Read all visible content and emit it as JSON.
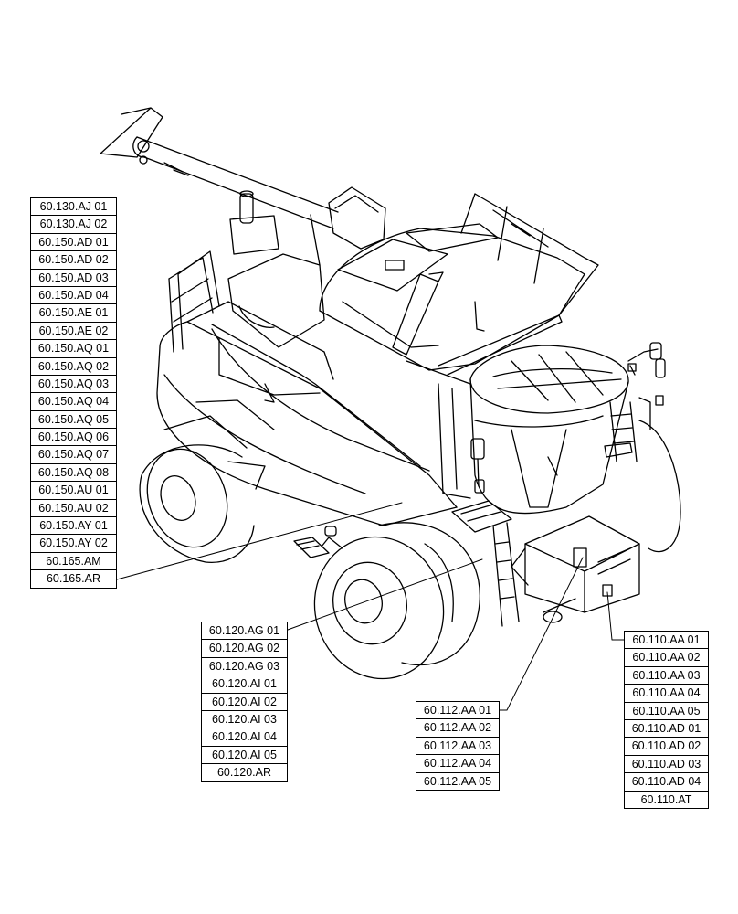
{
  "groups": {
    "upper_left": [
      "60.130.AJ 01",
      "60.130.AJ 02",
      "60.150.AD 01",
      "60.150.AD 02",
      "60.150.AD 03",
      "60.150.AD 04",
      "60.150.AE 01",
      "60.150.AE 02",
      "60.150.AQ 01",
      "60.150.AQ 02",
      "60.150.AQ 03",
      "60.150.AQ 04",
      "60.150.AQ 05",
      "60.150.AQ 06",
      "60.150.AQ 07",
      "60.150.AQ 08",
      "60.150.AU 01",
      "60.150.AU 02",
      "60.150.AY 01",
      "60.150.AY 02",
      "60.165.AM",
      "60.165.AR"
    ],
    "lower_left": [
      "60.120.AG 01",
      "60.120.AG 02",
      "60.120.AG 03",
      "60.120.AI 01",
      "60.120.AI 02",
      "60.120.AI 03",
      "60.120.AI 04",
      "60.120.AI 05",
      "60.120.AR"
    ],
    "lower_center": [
      "60.112.AA 01",
      "60.112.AA 02",
      "60.112.AA 03",
      "60.112.AA 04",
      "60.112.AA 05"
    ],
    "lower_right": [
      "60.110.AA 01",
      "60.110.AA 02",
      "60.110.AA 03",
      "60.110.AA 04",
      "60.110.AA 05",
      "60.110.AD 01",
      "60.110.AD 02",
      "60.110.AD 03",
      "60.110.AD 04",
      "60.110.AT"
    ]
  },
  "colors": {
    "line": "#000000",
    "background": "#ffffff"
  }
}
